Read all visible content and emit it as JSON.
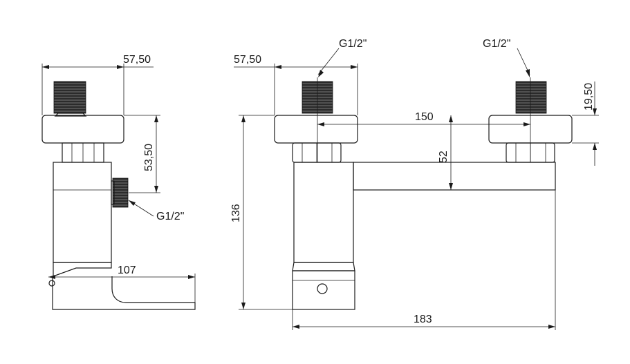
{
  "labels": {
    "side_top_width": "57,50",
    "side_height": "53,50",
    "side_thread": "G1/2\"",
    "side_depth": "107",
    "front_top_width": "57,50",
    "front_thread_left": "G1/2\"",
    "front_thread_right": "G1/2\"",
    "front_top_height": "19,50",
    "center_spacing": "150",
    "spout_drop": "52",
    "total_height": "136",
    "total_length": "183"
  },
  "colors": {
    "line": "#1a1a1a",
    "thread_fill": "#2b2b2b",
    "background": "#ffffff"
  }
}
